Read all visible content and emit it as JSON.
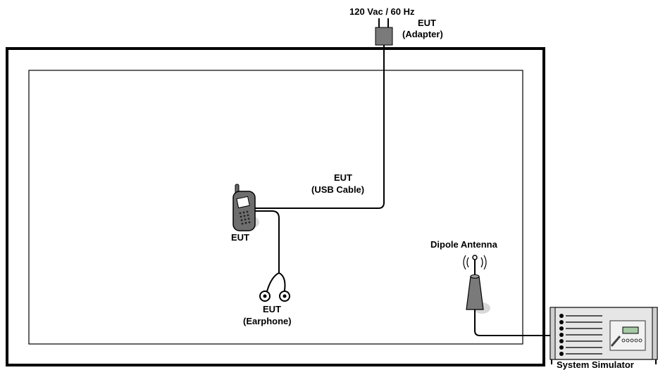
{
  "labels": {
    "power": "120 Vac / 60 Hz",
    "adapter_line1": "EUT",
    "adapter_line2": "(Adapter)",
    "usb_line1": "EUT",
    "usb_line2": "(USB Cable)",
    "phone": "EUT",
    "earphone_line1": "EUT",
    "earphone_line2": "(Earphone)",
    "antenna": "Dipole Antenna",
    "simulator": "System Simulator"
  },
  "colors": {
    "line": "#000000",
    "device_gray": "#7a7a7a",
    "simulator_panel": "#e6e6e6",
    "shadow": "#d9d9d9"
  }
}
